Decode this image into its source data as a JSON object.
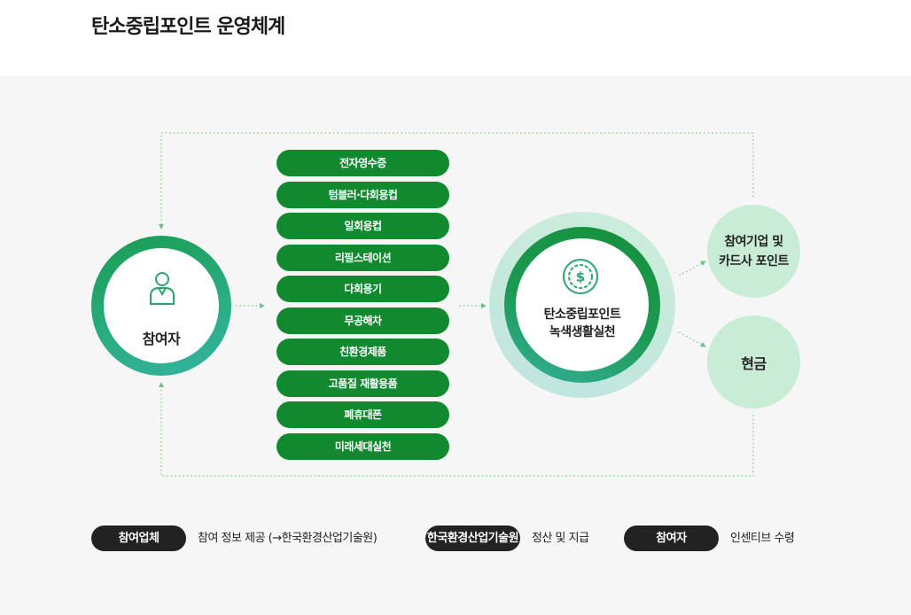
{
  "title": "탄소중립포인트 운영체계",
  "participant": {
    "label": "참여자",
    "icon": "person-icon"
  },
  "activities": [
    "전자영수증",
    "텀블러·다회용컵",
    "일회용컵",
    "리필스테이션",
    "다회용기",
    "무공해차",
    "친환경제품",
    "고품질 재활용품",
    "폐휴대폰",
    "미래세대실천"
  ],
  "hub": {
    "line1": "탄소중립포인트",
    "line2": "녹색생활실천",
    "icon": "coin-dollar-icon"
  },
  "rewards": [
    {
      "line1": "참여기업 및",
      "line2": "카드사 포인트"
    },
    {
      "line1": "현금"
    }
  ],
  "legend": [
    {
      "badge": "참여업체",
      "text": "참여 정보 제공 (→한국환경산업기술원)"
    },
    {
      "badge": "한국환경산업기술원",
      "text": "정산 및 지급"
    },
    {
      "badge": "참여자",
      "text": "인센티브 수령"
    }
  ],
  "colors": {
    "pill_green": "#118a2f",
    "ring_green": "#1a9b50",
    "reward_mint": "#c9ecd6",
    "dotted_line": "#7cc98f",
    "badge_dark": "#222222"
  }
}
